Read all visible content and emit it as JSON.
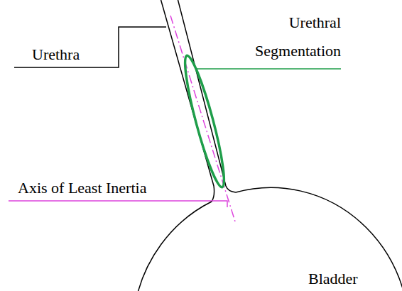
{
  "diagram": {
    "nodes": [
      {
        "text": [
          "Bladder"
        ]
      }
    ],
    "labels": [
      "Urethra",
      "Urethral Segmentation",
      "Axis of Least Inertia"
    ]
  }
}
